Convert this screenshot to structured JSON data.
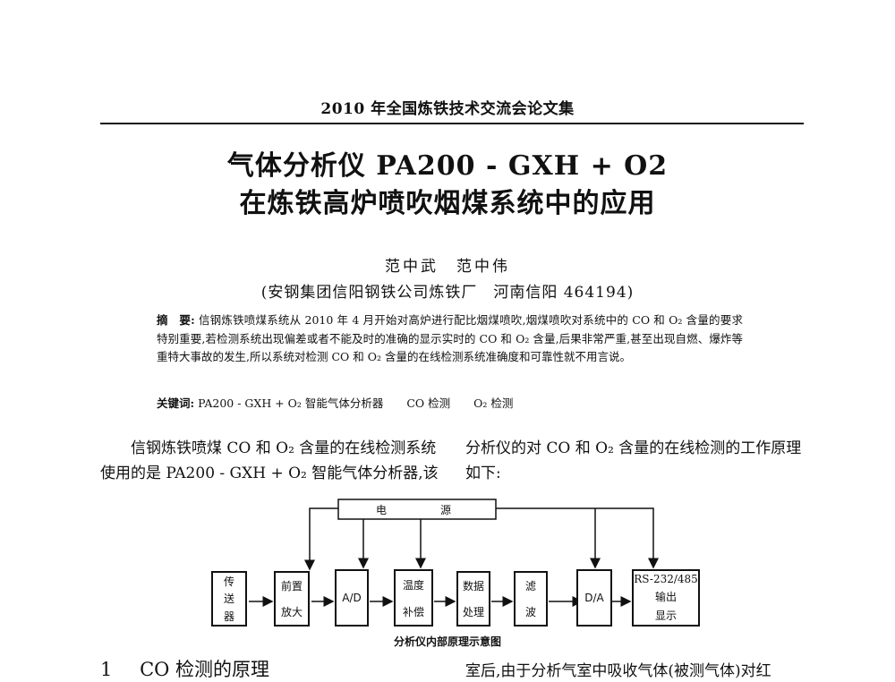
{
  "header": {
    "running_title": "2010 年全国炼铁技术交流会论文集"
  },
  "title": {
    "line1": "气体分析仪 PA200 - GXH + O2",
    "line2": "在炼铁高炉喷吹烟煤系统中的应用"
  },
  "authors": "范中武　范中伟",
  "affiliation": "(安钢集团信阳钢铁公司炼铁厂　河南信阳 464194)",
  "abstract": {
    "label": "摘　要:",
    "text": "信钢炼铁喷煤系统从 2010 年 4 月开始对高炉进行配比烟煤喷吹,烟煤喷吹对系统中的 CO 和 O₂ 含量的要求特别重要,若检测系统出现偏差或者不能及时的准确的显示实时的 CO 和 O₂ 含量,后果非常严重,甚至出现自燃、爆炸等重特大事故的发生,所以系统对检测 CO 和 O₂ 含量的在线检测系统准确度和可靠性就不用言说。"
  },
  "keywords": {
    "label": "关键词:",
    "items": [
      "PA200 - GXH + O₂ 智能气体分析器",
      "CO 检测",
      "O₂ 检测"
    ]
  },
  "body": {
    "col1": "　　信钢炼铁喷煤 CO 和 O₂ 含量的在线检测系统使用的是 PA200 - GXH + O₂ 智能气体分析器,该",
    "col2": "分析仪的对 CO 和 O₂ 含量的在线检测的工作原理如下:"
  },
  "diagram": {
    "power": {
      "left": "电",
      "right": "源"
    },
    "blocks": [
      {
        "id": "transmitter",
        "lines": [
          "传",
          "送",
          "器"
        ]
      },
      {
        "id": "preamp",
        "lines": [
          "前置",
          "放大"
        ]
      },
      {
        "id": "ad",
        "lines": [
          "A/D"
        ]
      },
      {
        "id": "temp-comp",
        "lines": [
          "温度",
          "补偿"
        ]
      },
      {
        "id": "data-proc",
        "lines": [
          "数据",
          "处理"
        ]
      },
      {
        "id": "filter",
        "lines": [
          "滤",
          "波"
        ]
      },
      {
        "id": "da",
        "lines": [
          "D/A"
        ]
      },
      {
        "id": "output",
        "lines": [
          "RS-232/485",
          "输出",
          "显示"
        ]
      }
    ],
    "caption": "分析仪内部原理示意图"
  },
  "section1": {
    "number": "1",
    "title": "CO 检测的原理"
  },
  "col2_bottom": "室后,由于分析气室中吸收气体(被测气体)对红"
}
